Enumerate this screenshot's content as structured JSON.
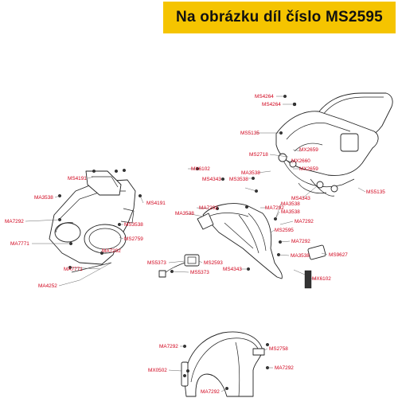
{
  "banner": {
    "text": "Na obrázku díl číslo MS2595",
    "color": "#f5c400"
  },
  "label_color": "#d0021b",
  "labels": {
    "ms4264_a": "MS4264",
    "ms4264_b": "MS4264",
    "ms5135_a": "MS5135",
    "mx2659_a": "MX2659",
    "ms2718": "MS2718",
    "mx2660": "MX2660",
    "mx2659_b": "MX2659",
    "mx6102_a": "MX6102",
    "ma3538_a": "MA3538",
    "ms4343_a": "MS4343",
    "ms3538_a": "MS3538",
    "ms4191_a": "MS4191",
    "ma3538_b": "MA3538",
    "ms4191_b": "MS4191",
    "ma7292_a": "MA7292",
    "ma3538_c": "MA3538",
    "ma7292_b": "MA7292",
    "ma3538_d": "MA3538",
    "ms4343_b": "MS4343",
    "ma3538_e": "MA3538",
    "ms5135_b": "MS5135",
    "ms3538_b": "MS3538",
    "ma7292_c": "MA7292",
    "ms3538_c": "MS3538",
    "ma7292_d": "MA7292",
    "ma7771_a": "MA7771",
    "ms2759": "MS2759",
    "ma7292_e": "MA7292",
    "ms2595": "MS2595",
    "ma7292_f": "MA7292",
    "ms9627": "MS9627",
    "ma7771_b": "MA7771",
    "ms5373_a": "MS5373",
    "ms2593": "MS2593",
    "ma3538_f": "MA3538",
    "ms4343_c": "MS4343",
    "mx6102_b": "MX6102",
    "ma4252": "MA4252",
    "ms5373_b": "MS5373",
    "ma7292_g": "MA7292",
    "ms2758": "MS2758",
    "ma7292_h": "MA7292",
    "mx0502": "MX0502",
    "ma7292_i": "MA7292"
  }
}
